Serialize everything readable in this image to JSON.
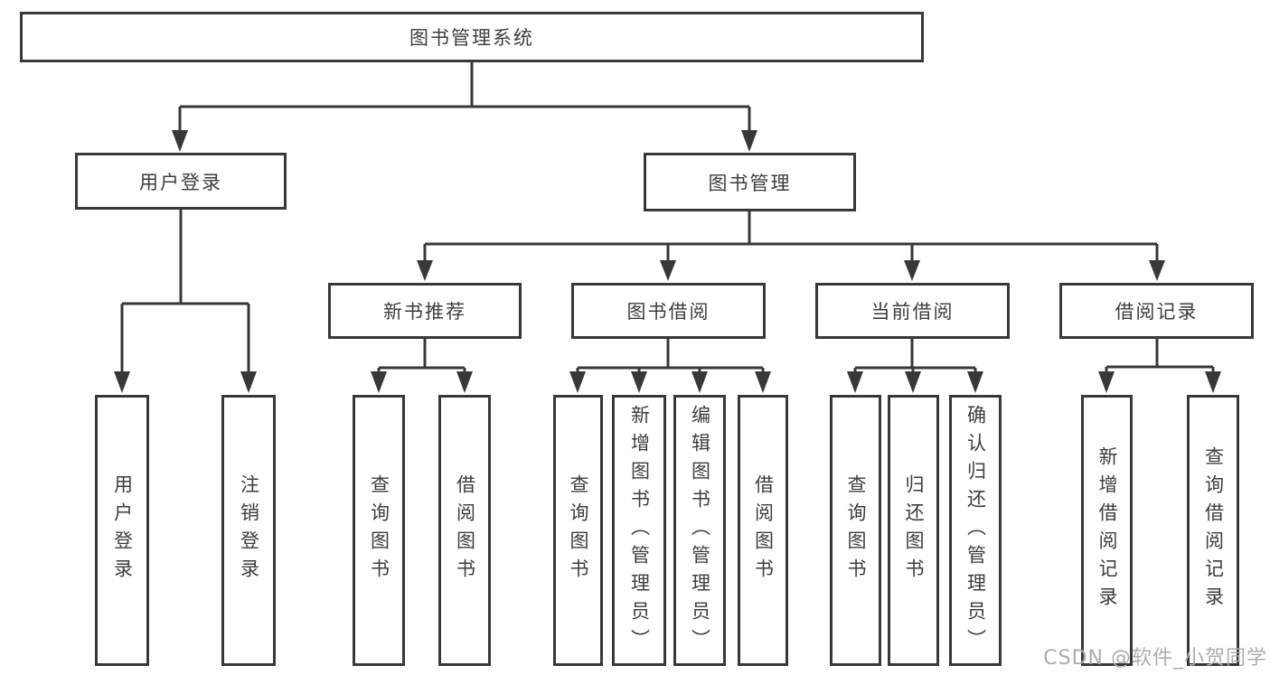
{
  "diagram": {
    "nodes": {
      "root": "图书管理系统",
      "user_login": "用户登录",
      "book_management": "图书管理",
      "new_book_recommend": "新书推荐",
      "book_borrow": "图书借阅",
      "current_borrow": "当前借阅",
      "borrow_records": "借阅记录",
      "leaf_user_login": "用户登录",
      "leaf_logout": "注销登录",
      "rec_query_books": "查询图书",
      "rec_borrow_books": "借阅图书",
      "bb_query_books": "查询图书",
      "bb_add_books_admin": "新增图书（管理员）",
      "bb_edit_books_admin": "编辑图书（管理员）",
      "bb_borrow_books": "借阅图书",
      "cb_query_books": "查询图书",
      "cb_return_books": "归还图书",
      "cb_confirm_return_admin": "确认归还（管理员）",
      "br_add_record": "新增借阅记录",
      "br_query_record": "查询借阅记录"
    },
    "colors": {
      "line": "#383838",
      "text": "#3d3d3d",
      "background": "#ffffff",
      "watermark": "#adadad"
    }
  },
  "watermark": "CSDN @软件_小贺同学"
}
